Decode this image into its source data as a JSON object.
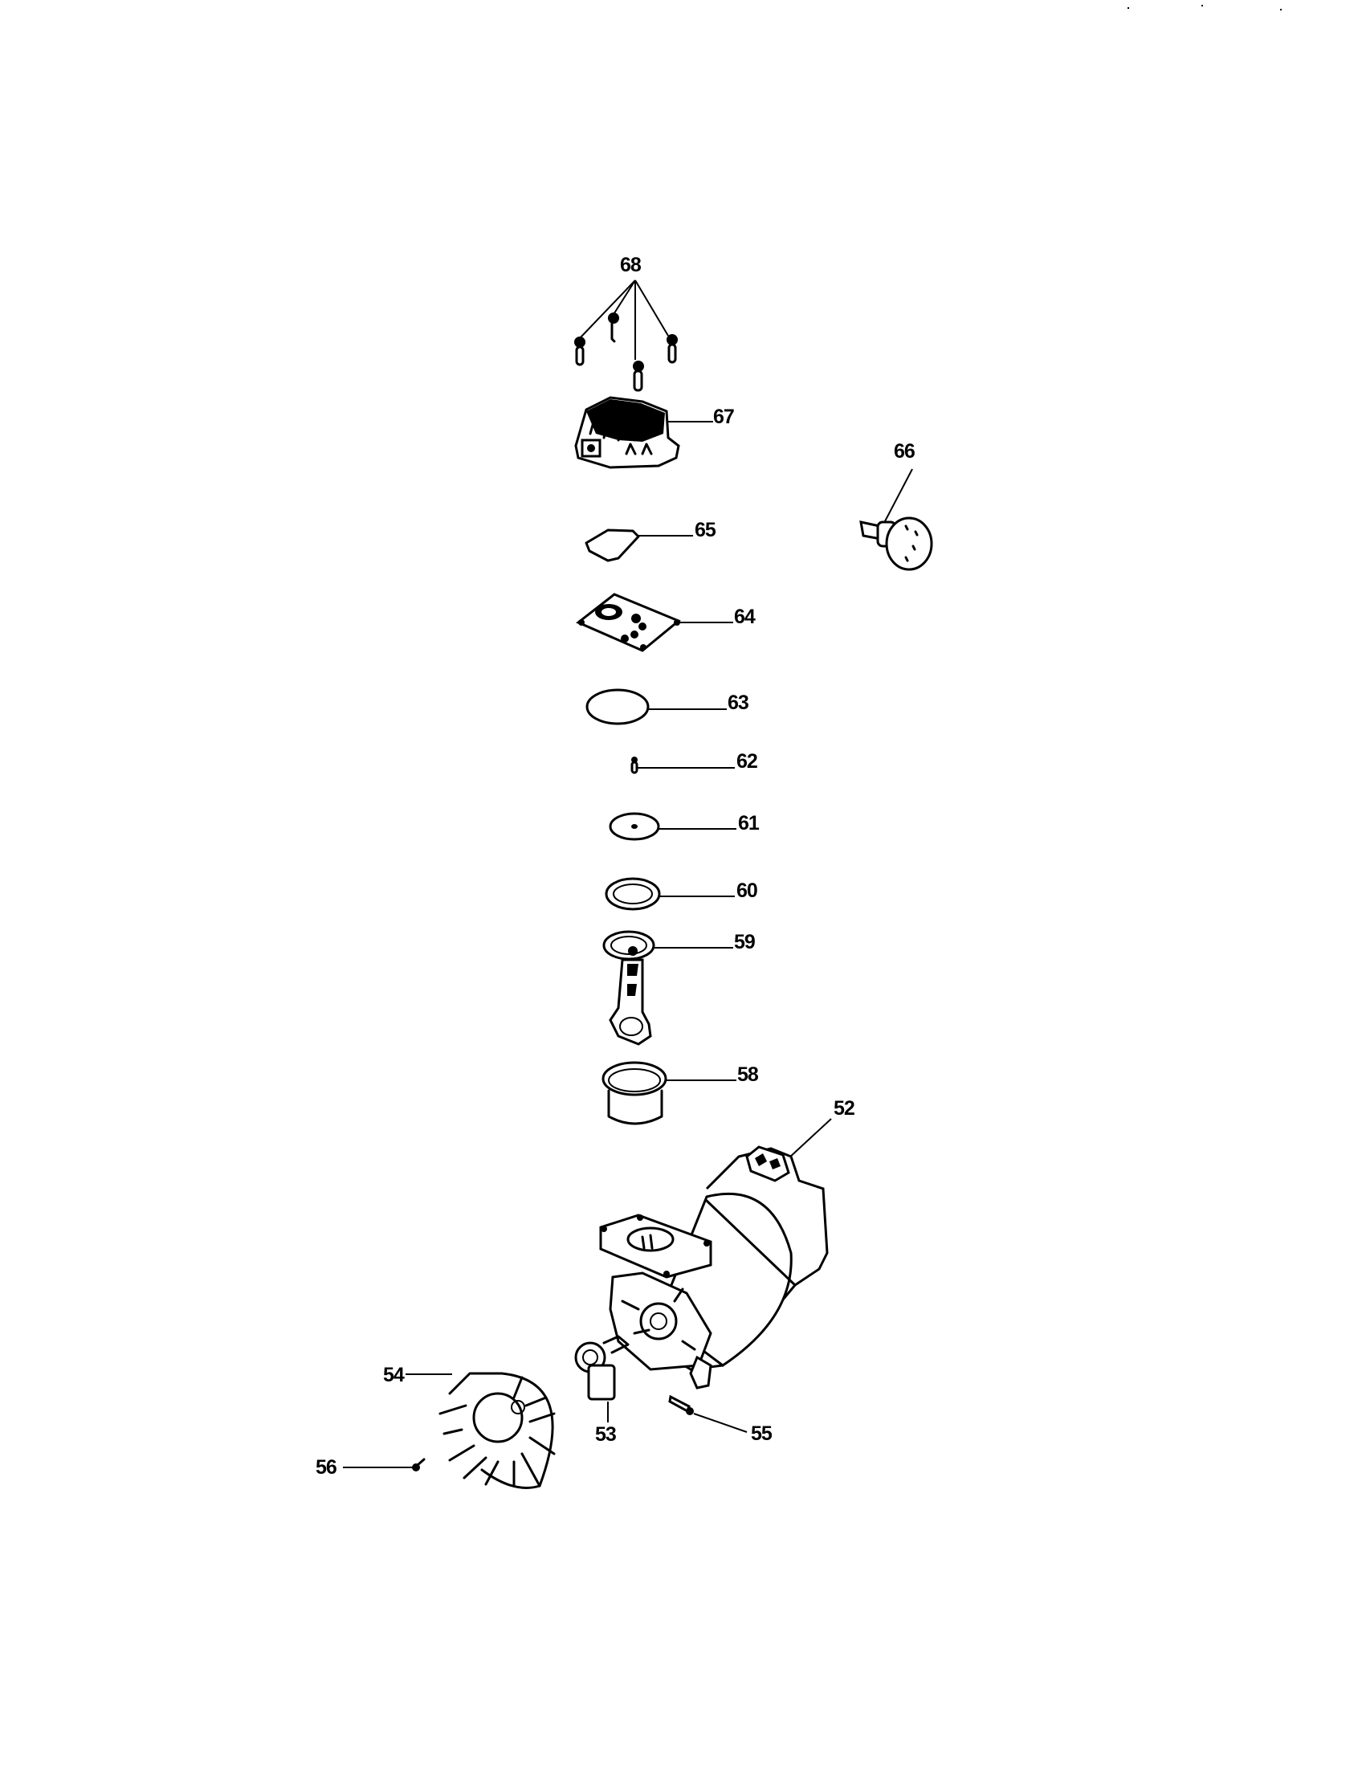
{
  "diagram": {
    "type": "exploded parts diagram (air compressor pump assembly)",
    "callouts": {
      "c52": "52",
      "c53": "53",
      "c54": "54",
      "c55": "55",
      "c56": "56",
      "c58": "58",
      "c59": "59",
      "c60": "60",
      "c61": "61",
      "c62": "62",
      "c63": "63",
      "c64": "64",
      "c65": "65",
      "c66": "66",
      "c67": "67",
      "c68": "68"
    },
    "parts": [
      {
        "ref": "68",
        "shape": "screws (4)"
      },
      {
        "ref": "67",
        "shape": "cylinder head"
      },
      {
        "ref": "66",
        "shape": "fitting / unloader valve"
      },
      {
        "ref": "65",
        "shape": "head gasket"
      },
      {
        "ref": "64",
        "shape": "valve plate"
      },
      {
        "ref": "63",
        "shape": "o-ring"
      },
      {
        "ref": "62",
        "shape": "screw"
      },
      {
        "ref": "61",
        "shape": "retainer disc"
      },
      {
        "ref": "60",
        "shape": "piston ring"
      },
      {
        "ref": "59",
        "shape": "connecting rod"
      },
      {
        "ref": "58",
        "shape": "cylinder sleeve"
      },
      {
        "ref": "52",
        "shape": "motor / crankcase"
      },
      {
        "ref": "53",
        "shape": "eccentric"
      },
      {
        "ref": "54",
        "shape": "fan"
      },
      {
        "ref": "55",
        "shape": "set screw"
      },
      {
        "ref": "56",
        "shape": "screw"
      }
    ]
  }
}
